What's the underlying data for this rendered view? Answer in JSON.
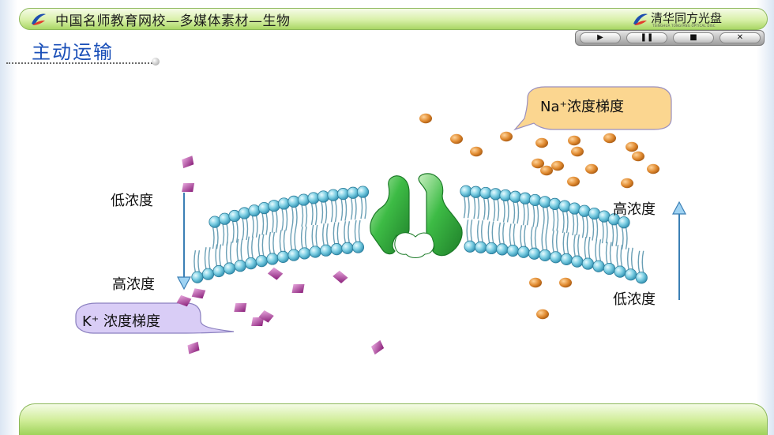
{
  "header": {
    "title": "中国名师教育网校—多媒体素材—生物",
    "brand": "清华同方光盘",
    "brand_sub": "TSINGHUA TONGFANG OPTICAL DISC"
  },
  "controls": [
    {
      "name": "play-button",
      "glyph": "▶"
    },
    {
      "name": "pause-button",
      "glyph": "❚❚"
    },
    {
      "name": "stop-button",
      "glyph": "■"
    },
    {
      "name": "close-button",
      "glyph": "✕"
    }
  ],
  "page": {
    "title": "主动运输"
  },
  "diagram": {
    "na_gradient_label": "Na⁺浓度梯度",
    "k_gradient_label": "K⁺ 浓度梯度",
    "left_top_label": "低浓度",
    "left_bottom_label": "高浓度",
    "right_top_label": "高浓度",
    "right_bottom_label": "低浓度",
    "colors": {
      "sodium": "#d9822b",
      "potassium": "#b0339c",
      "membrane_head": "#5fc0d8",
      "pump": "#2fae3c",
      "arrow": "#5ba7dc"
    }
  }
}
